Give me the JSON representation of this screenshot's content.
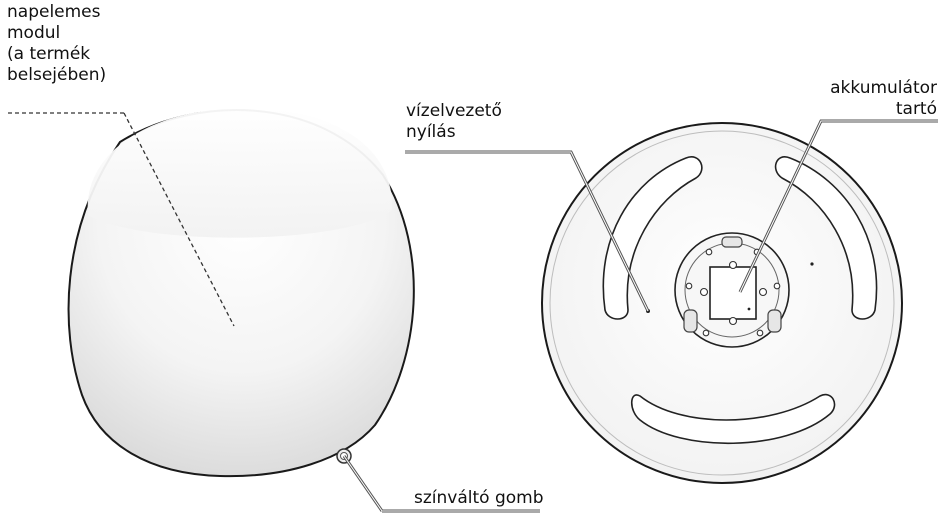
{
  "labels": {
    "solar_module": [
      "napelemes",
      "modul",
      "(a termék",
      "belsejében)"
    ],
    "drain_hole": [
      "vízelvezető",
      "nyílás"
    ],
    "battery_holder": [
      "akkumulátor",
      "tartó"
    ],
    "color_button": "színváltó gomb"
  }
}
